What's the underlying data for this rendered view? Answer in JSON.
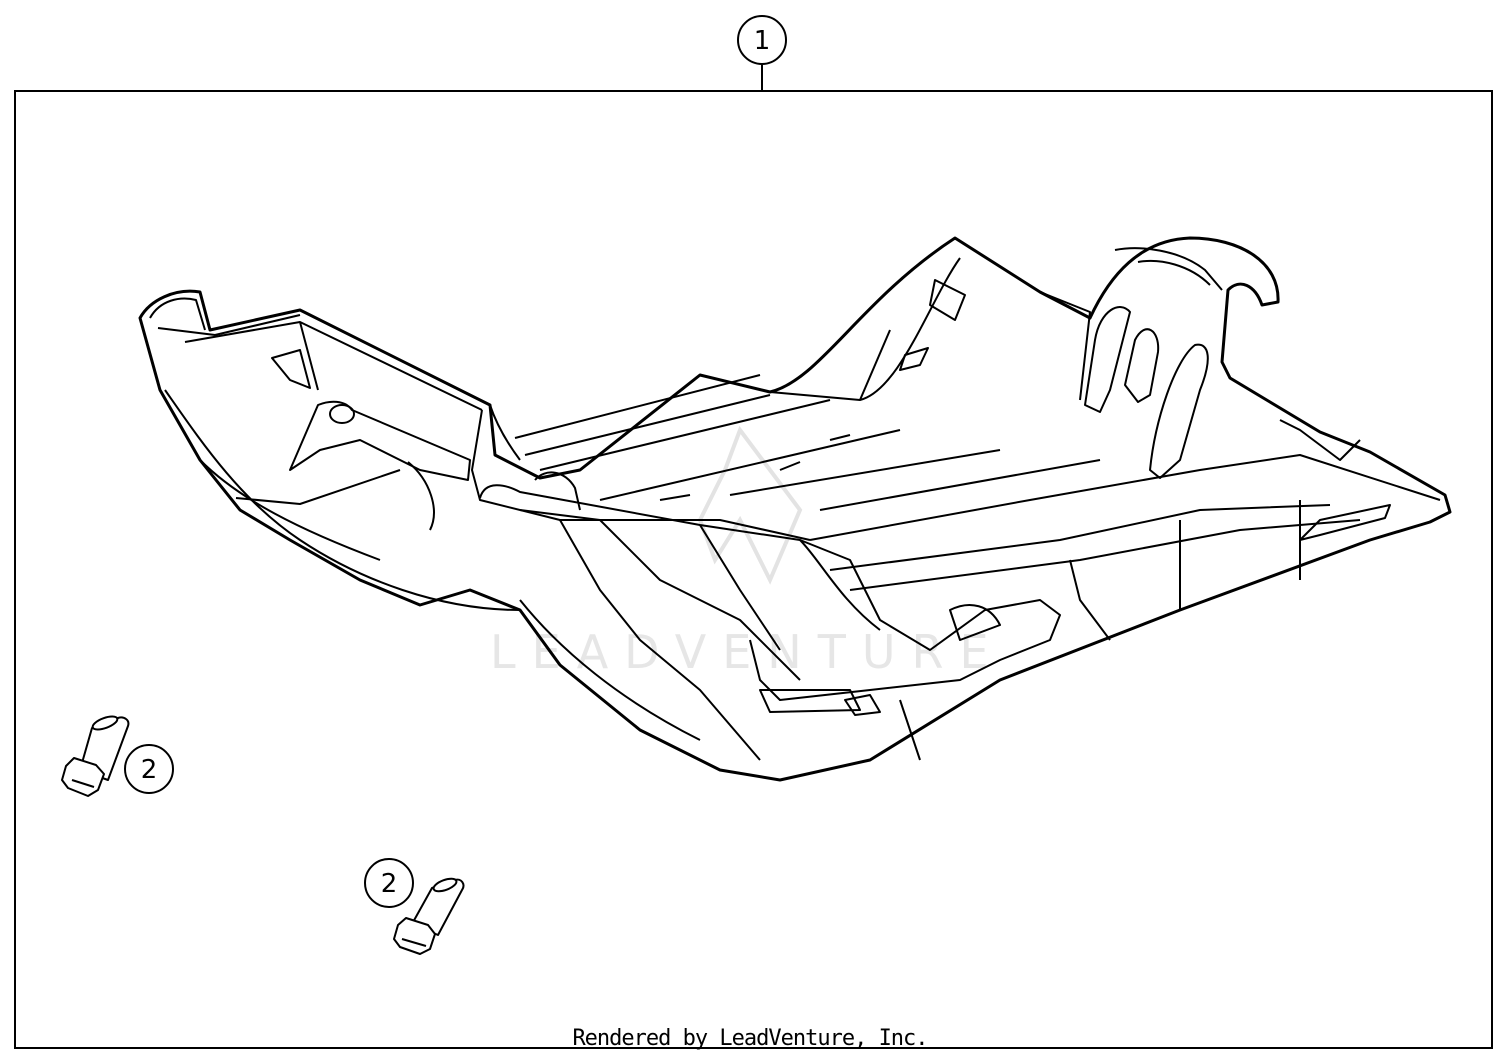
{
  "callouts": {
    "assembly": "1",
    "screw_a": "2",
    "screw_b": "2"
  },
  "watermark": "LEADVENTURE",
  "footer": "Rendered by LeadVenture, Inc."
}
